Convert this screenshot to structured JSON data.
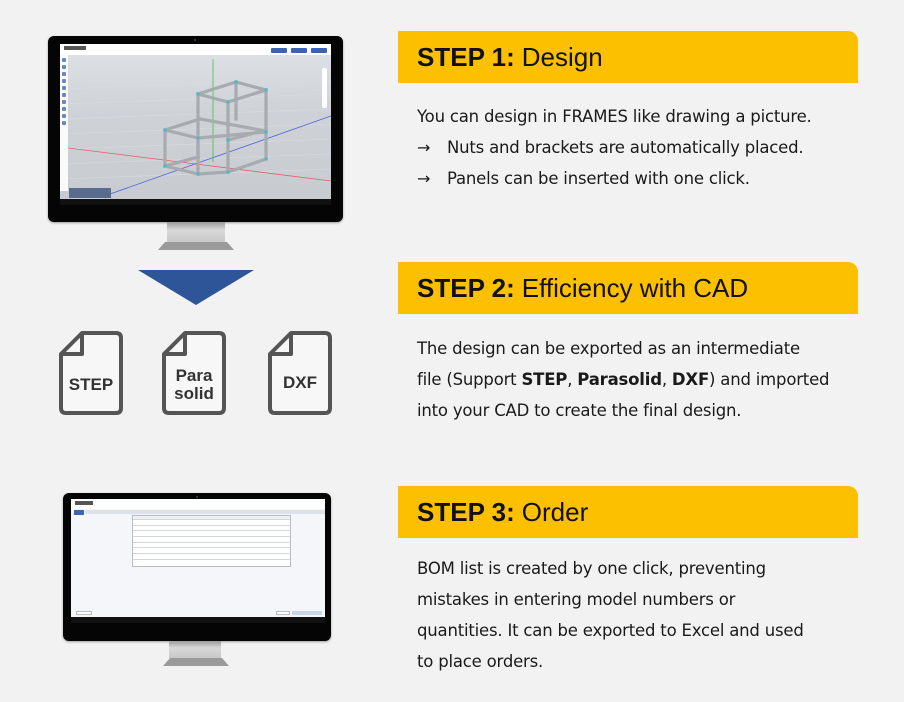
{
  "steps": [
    {
      "number_label": "STEP 1:",
      "title": "Design",
      "lines": [
        {
          "arrow": "",
          "text": "You can design in FRAMES like drawing a picture."
        },
        {
          "arrow": "→",
          "text": "Nuts and brackets are automatically placed."
        },
        {
          "arrow": "→",
          "text": "Panels can be inserted with one click."
        }
      ]
    },
    {
      "number_label": "STEP 2:",
      "title": "Efficiency with CAD",
      "lines": [
        {
          "text": "The design can be exported as an intermediate"
        },
        {
          "pre": "file (Support ",
          "bold1": "STEP",
          "sep1": ", ",
          "bold2": "Parasolid",
          "sep2": ", ",
          "bold3": "DXF",
          "post": ") and imported"
        },
        {
          "text": "into your CAD to create the final design."
        }
      ]
    },
    {
      "number_label": "STEP 3:",
      "title": "Order",
      "lines": [
        {
          "text": "BOM list is created by one click, preventing"
        },
        {
          "text": "mistakes in entering model numbers or"
        },
        {
          "text": "quantities. It can be exported to Excel and used"
        },
        {
          "text": "to place orders."
        }
      ]
    }
  ],
  "file_formats": [
    {
      "icon": "step-file-icon",
      "line1": "STEP",
      "line2": ""
    },
    {
      "icon": "parasolid-file-icon",
      "line1": "Para",
      "line2": "solid"
    },
    {
      "icon": "dxf-file-icon",
      "line1": "DXF",
      "line2": ""
    }
  ],
  "colors": {
    "header_bg": "#fcc000",
    "arrow": "#2e5597",
    "page_bg": "#f2f2f2",
    "axis_x": "#e06060",
    "axis_y": "#40c040",
    "axis_z": "#4b5fe0"
  }
}
